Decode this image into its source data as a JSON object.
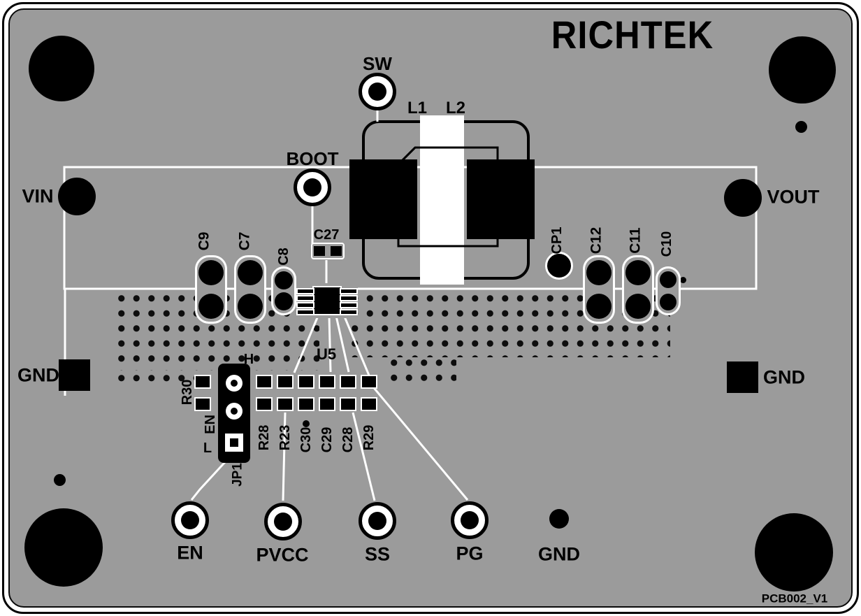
{
  "brand": {
    "logo": "RICHTEK"
  },
  "board": {
    "version": "PCB002_V1"
  },
  "labels": {
    "sw": "SW",
    "boot": "BOOT",
    "vin": "VIN",
    "vout": "VOUT",
    "gnd_left": "GND",
    "gnd_right": "GND",
    "gnd_bottom": "GND",
    "en_tp": "EN",
    "pvcc": "PVCC",
    "ss": "SS",
    "pg": "PG",
    "l1": "L1",
    "l2": "L2",
    "u5": "U5",
    "c9": "C9",
    "c7": "C7",
    "c8": "C8",
    "c27": "C27",
    "cp1": "CP1",
    "c12": "C12",
    "c11": "C11",
    "c10": "C10",
    "r30": "R30",
    "r28": "R28",
    "r23": "R23",
    "c30": "C30",
    "c29": "C29",
    "c28": "C28",
    "r29": "R29",
    "jp1": "JP1",
    "jumper_h": "H",
    "jumper_en": "EN",
    "jumper_l": "L"
  },
  "colors": {
    "board": "#9b9b9b",
    "silkscreen": "#ffffff",
    "copper": "#000000"
  }
}
